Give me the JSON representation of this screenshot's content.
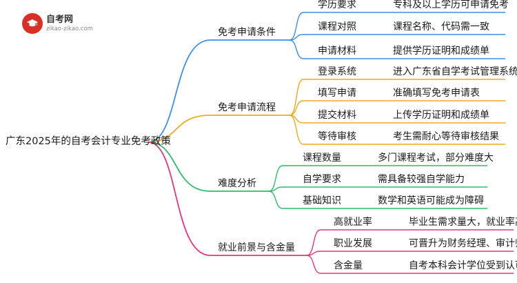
{
  "logo": {
    "title": "自考网",
    "url": "zikao-zikao.com",
    "icon": "graduation-cap-icon",
    "color": "#d93025"
  },
  "root": "广东2025年的自考会计专业免考政策",
  "branches": [
    {
      "label": "免考申请条件",
      "color": "#3d8ee6",
      "children": [
        {
          "item": "学历要求",
          "detail": "专科及以上学历可申请免考"
        },
        {
          "item": "课程对照",
          "detail": "课程名称、代码需一致"
        },
        {
          "item": "申请材料",
          "detail": "提供学历证明和成绩单"
        }
      ]
    },
    {
      "label": "免考申请流程",
      "color": "#f2a81d",
      "children": [
        {
          "item": "登录系统",
          "detail": "进入广东省自学考试管理系统"
        },
        {
          "item": "填写申请",
          "detail": "准确填写免考申请表"
        },
        {
          "item": "提交材料",
          "detail": "上传学历证明和成绩单"
        },
        {
          "item": "等待审核",
          "detail": "考生需耐心等待审核结果"
        }
      ]
    },
    {
      "label": "难度分析",
      "color": "#2dbb6b",
      "children": [
        {
          "item": "课程数量",
          "detail": "多门课程考试，部分难度大"
        },
        {
          "item": "自学要求",
          "detail": "需具备较强自学能力"
        },
        {
          "item": "基础知识",
          "detail": "数学和英语可能成为障碍"
        }
      ]
    },
    {
      "label": "就业前景与含金量",
      "color": "#e6337a",
      "children": [
        {
          "item": "高就业率",
          "detail": "毕业生需求量大，就业率高"
        },
        {
          "item": "职业发展",
          "detail": "可晋升为财务经理、审计师"
        },
        {
          "item": "含金量",
          "detail": "自考本科会计学位受到认可"
        }
      ]
    }
  ]
}
